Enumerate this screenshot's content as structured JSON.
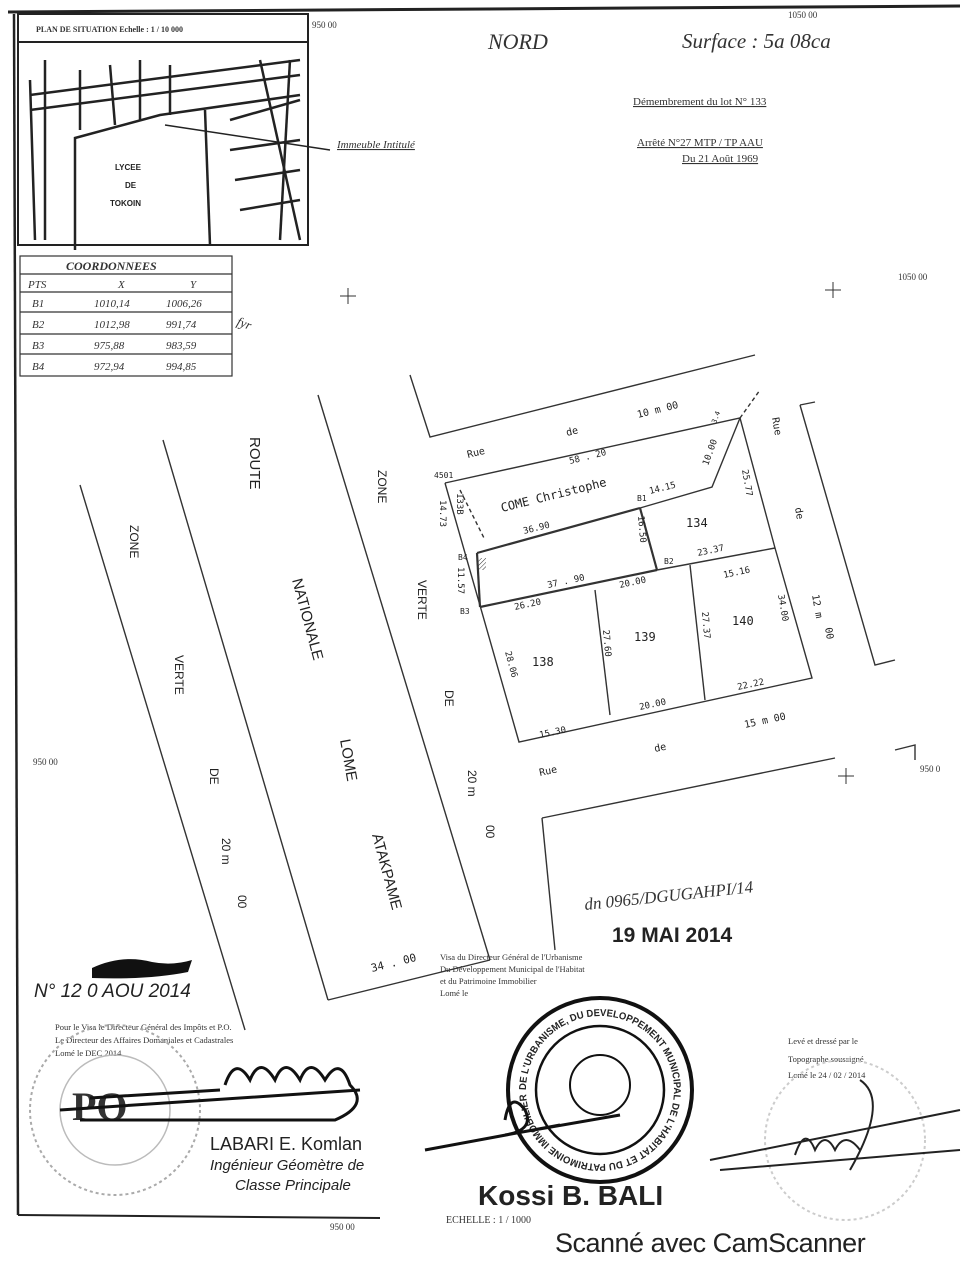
{
  "situation_plan": {
    "title": "PLAN DE SITUATION Echelle : 1 / 10 000",
    "landmark": [
      "LYCEE",
      "DE",
      "TOKOIN"
    ],
    "pointer_label": "Immeuble Intitulé"
  },
  "header": {
    "north": "NORD",
    "surface": "Surface : 5a  08ca",
    "lot_title": "Démembrement du lot N° 133",
    "decree": "Arrêté N°27 MTP / TP AAU",
    "decree_date": "Du 21 Août 1969"
  },
  "grid_labels": {
    "top_left": "950 00",
    "top_right": "1050 00",
    "right": "1050 00",
    "left_mid": "950 00",
    "right_mid": "950 0",
    "bottom": "950 00"
  },
  "coordinates": {
    "title": "COORDONNEES",
    "headers": [
      "PTS",
      "X",
      "Y"
    ],
    "rows": [
      [
        "B1",
        "1010,14",
        "1006,26"
      ],
      [
        "B2",
        "1012,98",
        "991,74"
      ],
      [
        "B3",
        "975,88",
        "983,59"
      ],
      [
        "B4",
        "972,94",
        "994,85"
      ]
    ],
    "initials": "fyr"
  },
  "plan": {
    "route": [
      "ROUTE",
      "NATIONALE",
      "LOME",
      "ATAKPAME"
    ],
    "zone_left": [
      "ZONE",
      "VERTE",
      "DE",
      "20 m",
      "00"
    ],
    "zone_right": [
      "ZONE",
      "VERTE",
      "DE",
      "20 m",
      "00"
    ],
    "route_width": "34 . 00",
    "street_top": [
      "Rue",
      "de",
      "10 m  00"
    ],
    "street_right": [
      "Rue",
      "de",
      "12 m",
      "00"
    ],
    "street_bottom": [
      "Rue",
      "de",
      "15 m  00"
    ],
    "owner": "COME  Christophe",
    "lots": [
      "133B",
      "134",
      "138",
      "139",
      "140"
    ],
    "points": [
      "4501",
      "B1",
      "B2",
      "B3",
      "B4"
    ],
    "dims": [
      "58 . 20",
      "14.15",
      "36.90",
      "16.50",
      "37 . 90",
      "20.00",
      "23.37",
      "15.16",
      "26.20",
      "27.60",
      "27.37",
      "34.00",
      "28.06",
      "15.30",
      "20.00",
      "22.22",
      "14.73",
      "11.57",
      "25.77",
      "10.00",
      "3.4"
    ]
  },
  "stamps": {
    "reg_number": "N° 12     0 AOU 2014",
    "receipt_stamp": "dn 0965/DGUGAHPI/14",
    "receipt_date": "19 MAI 2014",
    "left_text": [
      "Pour le Visa le Directeur Général des Impôts et P.O.",
      "Le Directeur des Affaires Domaniales et Cadastrales",
      "Lomé le    DEC 2014"
    ],
    "po": "PO",
    "engineer_name": "LABARI E. Komlan",
    "engineer_title": [
      "Ingénieur Géomètre de",
      "Classe Principale"
    ],
    "middle_text": [
      "Visa du Directeur Général de l'Urbanisme",
      "Du Développement Municipal de l'Habitat",
      "et du Patrimoine Immobilier",
      "Lomé le"
    ],
    "seal_text": "DE L'URBANISME, DU DEVELOPPEMENT MUNICIPAL DE L'HABITAT ET DU PATRIMOINE IMMOBILIER",
    "director_name": "Kossi B. BALI",
    "scale": "ECHELLE : 1 / 1000",
    "right_text": [
      "Levé et dressé par le",
      "Topographe soussigné",
      "Lomé le 24 / 02 / 2014"
    ]
  },
  "watermark": "Scanné avec CamScanner"
}
